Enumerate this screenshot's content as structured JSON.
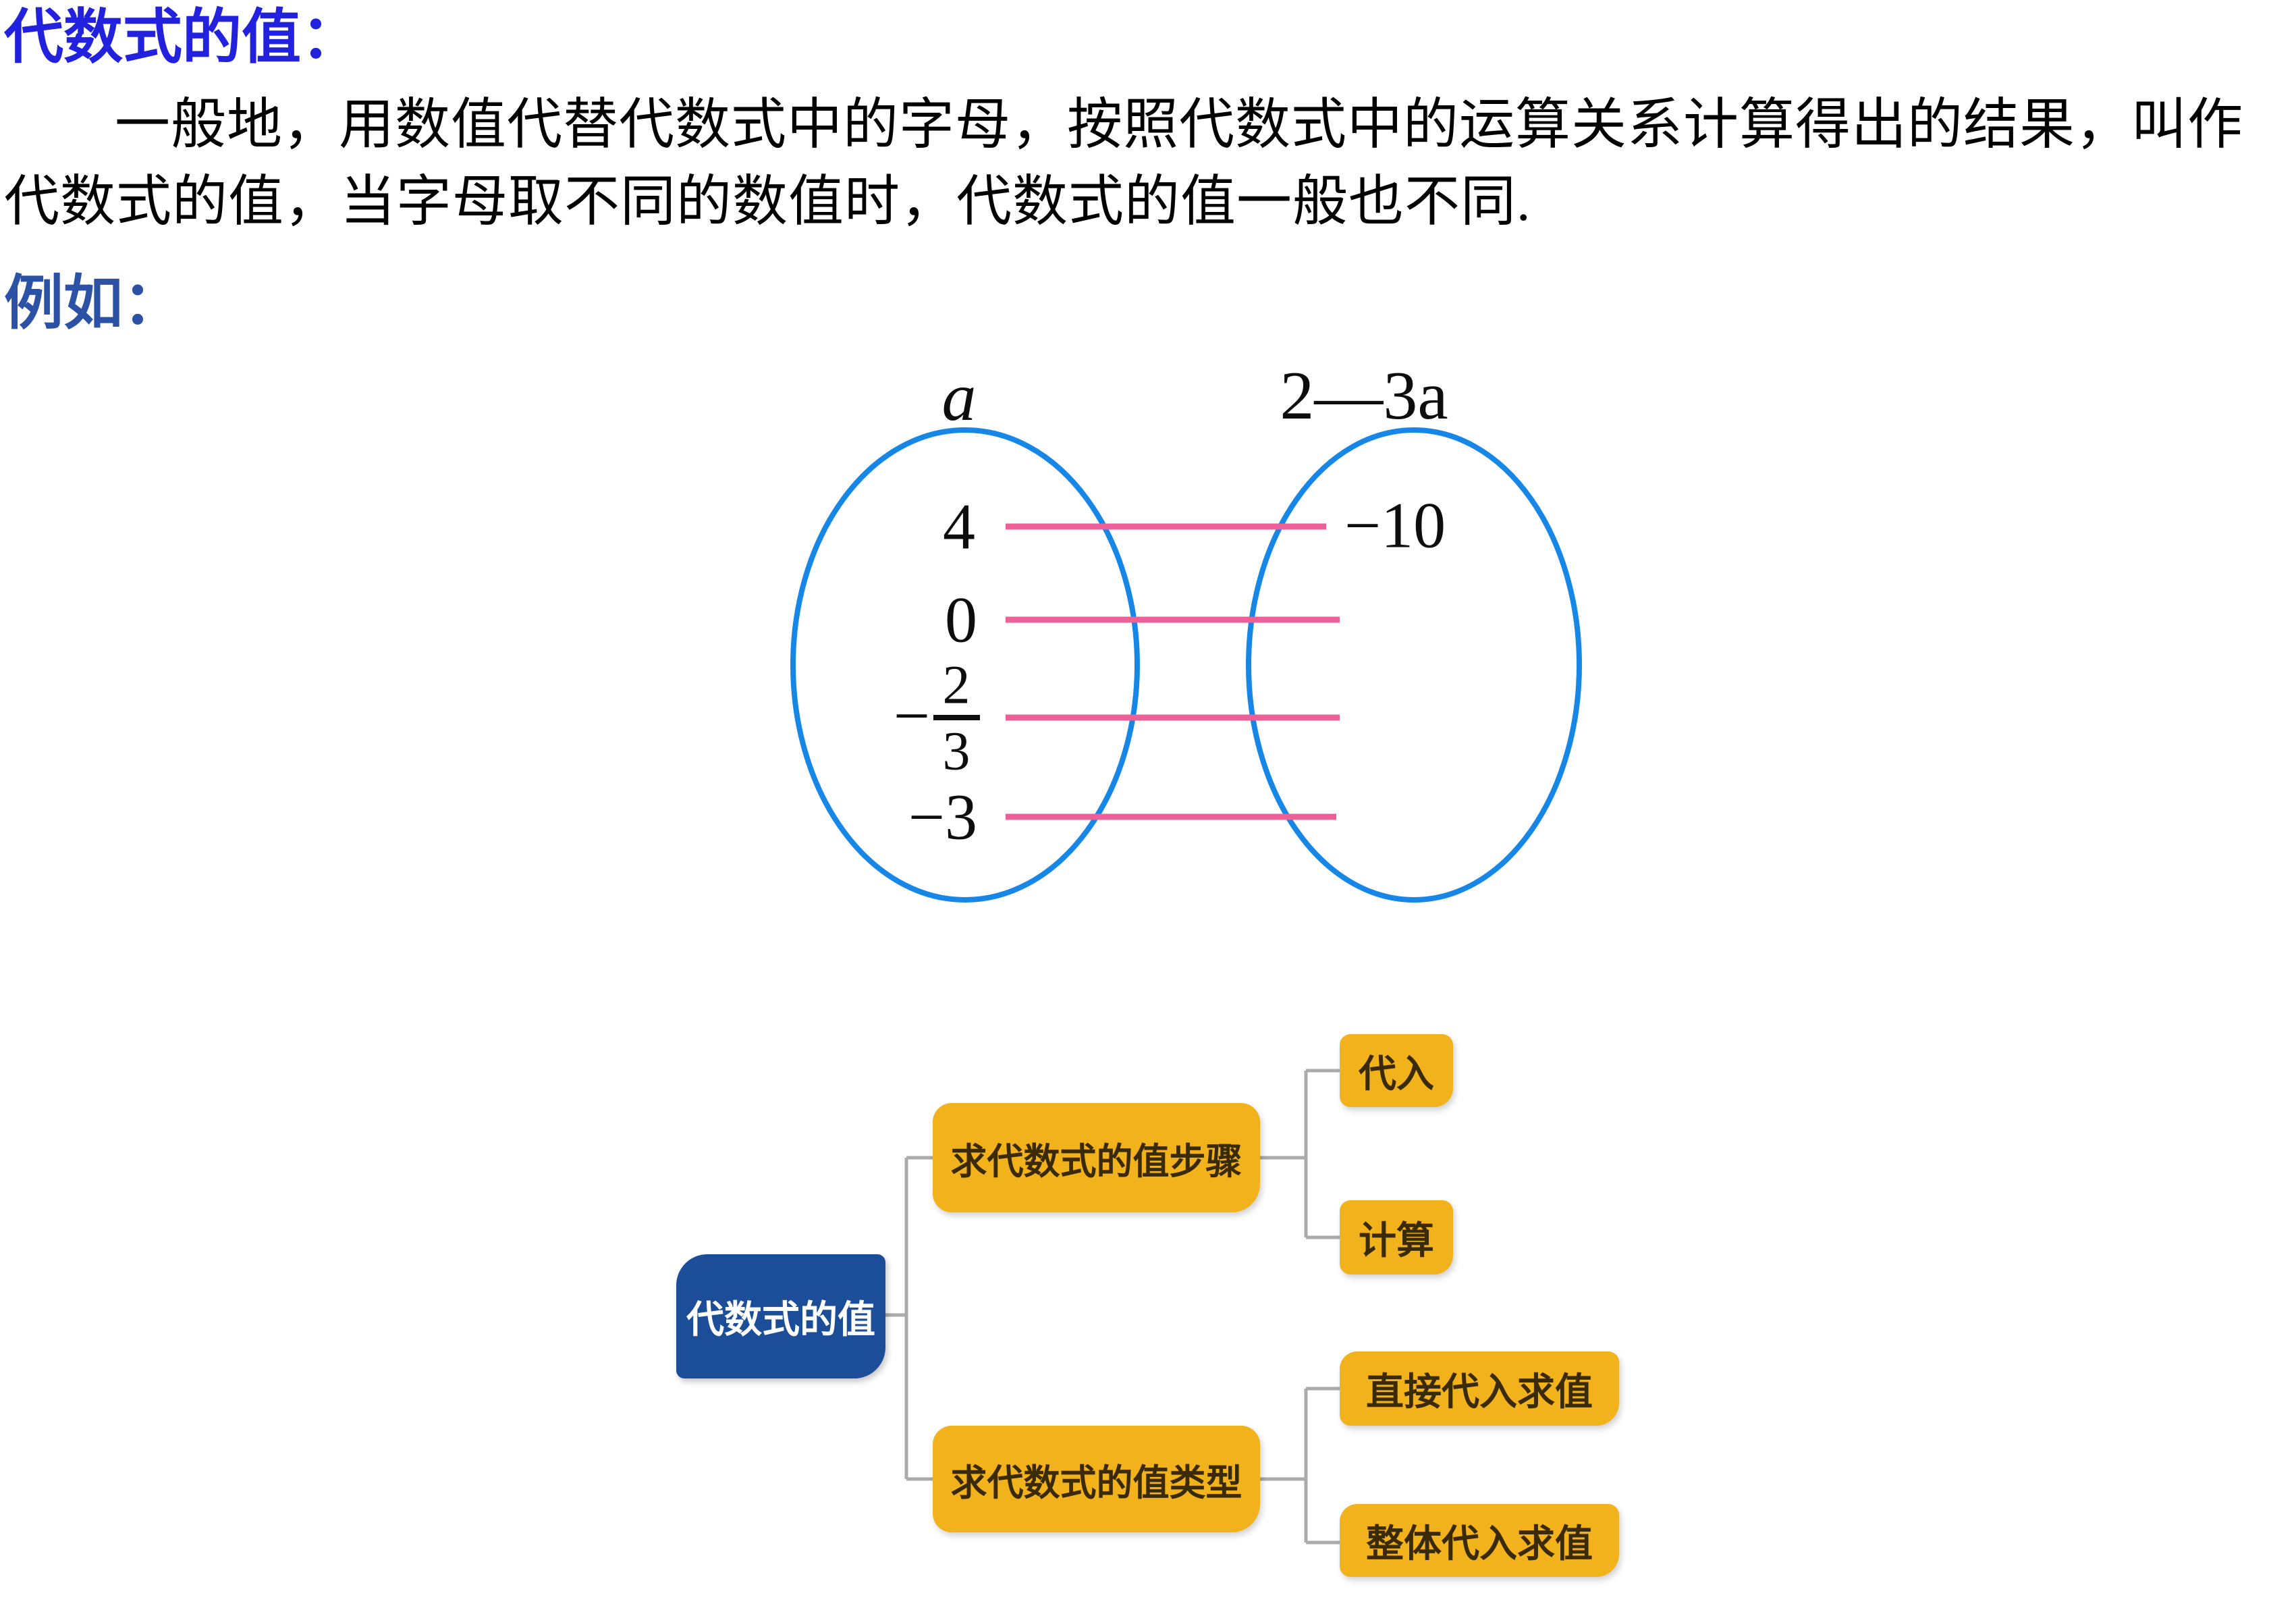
{
  "document": {
    "heading": "代数式的值：",
    "paragraph_line1": "一般地，用数值代替代数式中的字母，按照代数式中的运算关系计算得出的结果，叫作",
    "paragraph_line2": "代数式的值，当字母取不同的数值时，代数式的值一般也不同.",
    "example_label": "例如："
  },
  "mapping_diagram": {
    "left_set_label": "a",
    "right_set_label": "2—3a",
    "pairs": [
      {
        "input": "4",
        "output": "−10"
      },
      {
        "input": "0",
        "output": ""
      },
      {
        "input": "−2/3",
        "output": ""
      },
      {
        "input": "−3",
        "output": ""
      }
    ],
    "fraction": {
      "minus": "−",
      "numerator": "2",
      "denominator": "3"
    },
    "colors": {
      "ellipse_stroke": "#1687E6",
      "mapping_line": "#EC5F97",
      "number_text": "#0d0d0d"
    }
  },
  "mindmap": {
    "root": {
      "label": "代数式的值"
    },
    "branches": [
      {
        "label": "求代数式的值步骤",
        "children": [
          {
            "label": "代入"
          },
          {
            "label": "计算"
          }
        ]
      },
      {
        "label": "求代数式的值类型",
        "children": [
          {
            "label": "直接代入求值"
          },
          {
            "label": "整体代入求值"
          }
        ]
      }
    ],
    "colors": {
      "root_background": "#1C4D99",
      "root_text": "#FFFFFF",
      "node_background": "#F2B21C",
      "node_text": "#3A2B06",
      "connector": "#ABABAB"
    }
  },
  "page_colors": {
    "heading_blue": "#2121DE",
    "example_label_blue": "#2B52A4",
    "body_text": "#000000",
    "background": "#FFFFFF"
  }
}
